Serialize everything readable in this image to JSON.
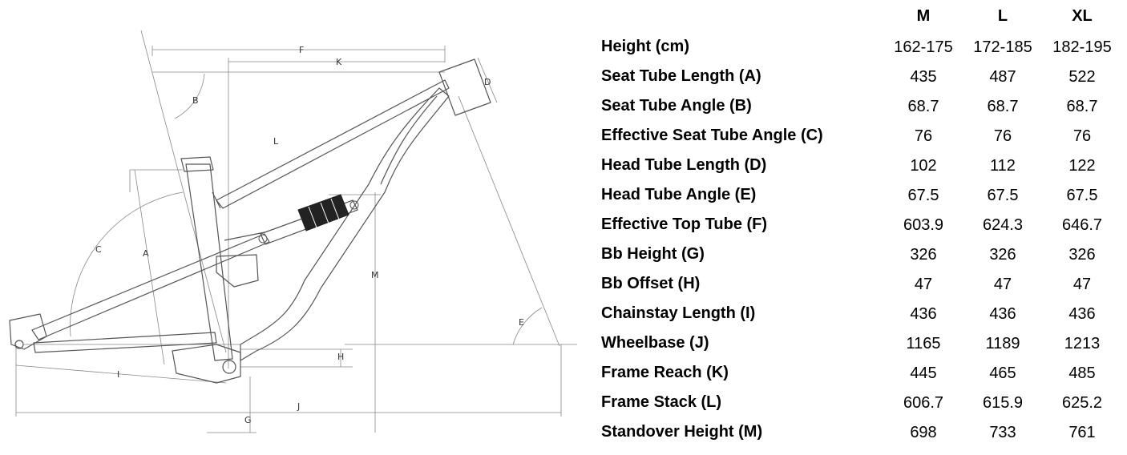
{
  "diagram": {
    "labels": [
      "F",
      "K",
      "D",
      "B",
      "L",
      "C",
      "A",
      "M",
      "E",
      "H",
      "I",
      "J",
      "G"
    ],
    "colors": {
      "line": "#555555",
      "guide": "#888888",
      "shock_body": "#222222"
    }
  },
  "table": {
    "sizes": [
      "M",
      "L",
      "XL"
    ],
    "rows": [
      {
        "label": "Height (cm)",
        "values": [
          "162-175",
          "172-185",
          "182-195"
        ]
      },
      {
        "label": "Seat Tube Length (A)",
        "values": [
          "435",
          "487",
          "522"
        ]
      },
      {
        "label": "Seat Tube Angle (B)",
        "values": [
          "68.7",
          "68.7",
          "68.7"
        ]
      },
      {
        "label": "Effective Seat Tube Angle (C)",
        "values": [
          "76",
          "76",
          "76"
        ]
      },
      {
        "label": "Head Tube Length (D)",
        "values": [
          "102",
          "112",
          "122"
        ]
      },
      {
        "label": "Head Tube Angle (E)",
        "values": [
          "67.5",
          "67.5",
          "67.5"
        ]
      },
      {
        "label": "Effective Top Tube (F)",
        "values": [
          "603.9",
          "624.3",
          "646.7"
        ]
      },
      {
        "label": "Bb Height (G)",
        "values": [
          "326",
          "326",
          "326"
        ]
      },
      {
        "label": "Bb Offset (H)",
        "values": [
          "47",
          "47",
          "47"
        ]
      },
      {
        "label": "Chainstay Length (I)",
        "values": [
          "436",
          "436",
          "436"
        ]
      },
      {
        "label": "Wheelbase (J)",
        "values": [
          "1165",
          "1189",
          "1213"
        ]
      },
      {
        "label": "Frame Reach (K)",
        "values": [
          "445",
          "465",
          "485"
        ]
      },
      {
        "label": "Frame Stack (L)",
        "values": [
          "606.7",
          "615.9",
          "625.2"
        ]
      },
      {
        "label": "Standover Height (M)",
        "values": [
          "698",
          "733",
          "761"
        ]
      }
    ]
  }
}
